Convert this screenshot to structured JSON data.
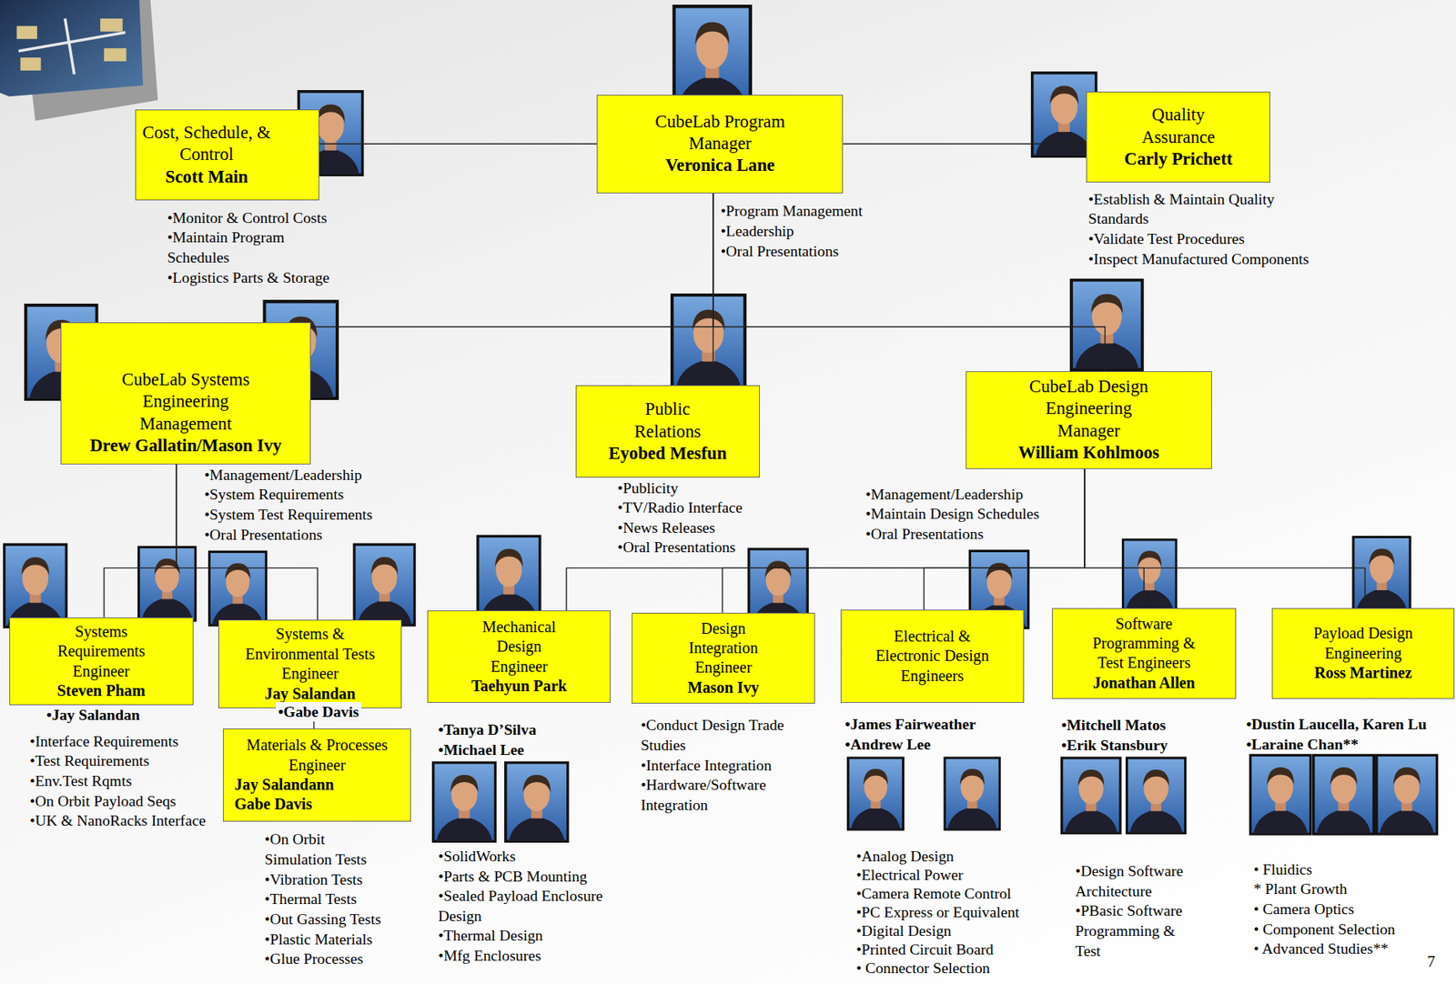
{
  "diagram": {
    "nodes": [
      {
        "text": [
          "Cost, Schedule, & Control",
          "Scott Main"
        ]
      },
      {
        "text": [
          "CubeLab Program Manager",
          "Veronica Lane"
        ]
      },
      {
        "text": [
          "Quality Assurance",
          "Carly Prichett"
        ]
      },
      {
        "text": [
          "CubeLab Systems Engineering Management",
          "Drew Gallatin/Mason Ivy"
        ]
      },
      {
        "text": [
          "Public Relations",
          "Eyobed Mesfun"
        ]
      },
      {
        "text": [
          "CubeLab Design Engineering Manager",
          "William Kohlmoos"
        ]
      },
      {
        "text": [
          "Systems Requirements Engineer",
          "Steven Pham"
        ]
      },
      {
        "text": [
          "Systems & Environmental Tests Engineer",
          "Jay Salandan"
        ]
      },
      {
        "text": [
          "Materials & Processes Engineer",
          "Jay Salandann Gabe Davis"
        ]
      },
      {
        "text": [
          "Mechanical Design Engineer",
          "Taehyun Park"
        ]
      },
      {
        "text": [
          "Design Integration Engineer",
          "Mason Ivy"
        ]
      },
      {
        "text": [
          "Electrical & Electronic Design Engineers"
        ]
      },
      {
        "text": [
          "Software Programming & Test Engineers",
          "Jonathan Allen"
        ]
      },
      {
        "text": [
          "Payload Design Engineering",
          "Ross Martinez"
        ]
      }
    ],
    "edges": [
      {
        "from": 0,
        "to": 1,
        "arrow": "none"
      },
      {
        "from": 1,
        "to": 2,
        "arrow": "none"
      },
      {
        "from": 1,
        "to": 3,
        "arrow": "none"
      },
      {
        "from": 1,
        "to": 4,
        "arrow": "none"
      },
      {
        "from": 1,
        "to": 5,
        "arrow": "none"
      },
      {
        "from": 3,
        "to": 6,
        "arrow": "none"
      },
      {
        "from": 3,
        "to": 7,
        "arrow": "none"
      },
      {
        "from": 7,
        "to": 8,
        "arrow": "none"
      },
      {
        "from": 5,
        "to": 9,
        "arrow": "none"
      },
      {
        "from": 5,
        "to": 10,
        "arrow": "none"
      },
      {
        "from": 5,
        "to": 11,
        "arrow": "none"
      },
      {
        "from": 5,
        "to": 12,
        "arrow": "none"
      },
      {
        "from": 5,
        "to": 13,
        "arrow": "none"
      }
    ],
    "labels": [
      "•Monitor & Control Costs",
      "•Maintain Program Schedules",
      "•Logistics Parts & Storage",
      "•Program Management",
      "•Leadership",
      "•Oral Presentations",
      "•Establish & Maintain Quality Standards",
      "•Validate Test Procedures",
      "•Inspect Manufactured Components",
      "•Management/Leadership",
      "•System Requirements",
      "•System Test Requirements",
      "•Oral Presentations",
      "•Publicity",
      "•TV/Radio Interface",
      "•News Releases",
      "•Oral Presentations",
      "•Management/Leadership",
      "•Maintain Design Schedules",
      "•Oral Presentations",
      "•Jay Salandan",
      "•Interface Requirements",
      "•Test Requirements",
      "•Env.Test Rqmts",
      "•On Orbit Payload Seqs",
      "•UK & NanoRacks Interface",
      "•Gabe Davis",
      "•On Orbit Simulation Tests",
      "•Vibration Tests",
      "•Thermal Tests",
      "•Out Gassing Tests",
      "•Plastic Materials",
      "•Glue Processes",
      "•Tanya D’Silva",
      "•Michael Lee",
      "•SolidWorks",
      "•Parts & PCB Mounting",
      "•Sealed Payload Enclosure Design",
      "•Thermal Design",
      "•Mfg Enclosures",
      "•Conduct Design Trade Studies",
      "•Interface Integration",
      "•Hardware/Software Integration",
      "•James Fairweather",
      "•Andrew Lee",
      "•Analog Design",
      "•Electrical Power",
      "•Camera Remote Control",
      "•PC Express or Equivalent",
      "•Digital Design",
      "•Printed Circuit Board",
      "• Connector Selection",
      "•Mitchell Matos",
      "•Erik Stansbury",
      "•Design Software Architecture",
      "•PBasic Software Programming & Test",
      "•Dustin Laucella, Karen Lu",
      "•Laraine Chan**",
      "• Fluidics",
      "* Plant Growth",
      "• Camera Optics",
      "• Component Selection",
      "• Advanced Studies**",
      "7"
    ]
  }
}
